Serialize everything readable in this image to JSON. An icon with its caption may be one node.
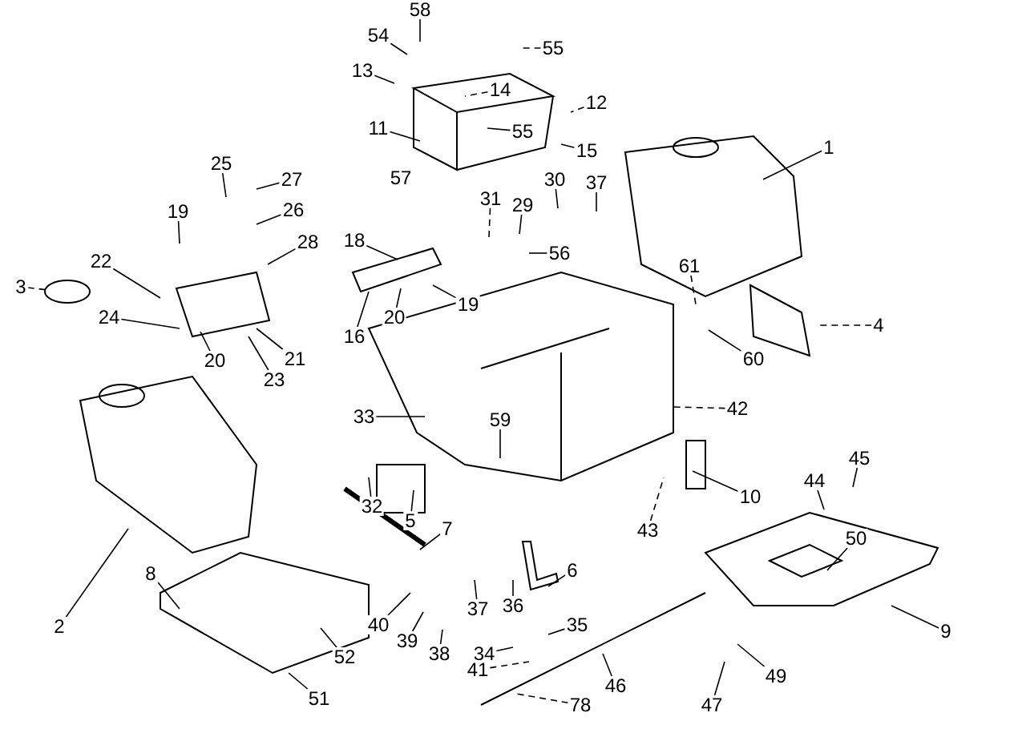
{
  "diagram": {
    "nodes": [
      {
        "text": [
          "58"
        ]
      },
      {
        "text": [
          "54"
        ]
      },
      {
        "text": [
          "55"
        ]
      },
      {
        "text": [
          "14"
        ]
      },
      {
        "text": [
          "13"
        ]
      },
      {
        "text": [
          "12"
        ]
      },
      {
        "text": [
          "11"
        ]
      },
      {
        "text": [
          "55"
        ]
      },
      {
        "text": [
          "15"
        ]
      },
      {
        "text": [
          "31"
        ]
      },
      {
        "text": [
          "29"
        ]
      },
      {
        "text": [
          "30"
        ]
      },
      {
        "text": [
          "37"
        ]
      },
      {
        "text": [
          "56"
        ]
      },
      {
        "text": [
          "18"
        ]
      },
      {
        "text": [
          "19"
        ]
      },
      {
        "text": [
          "20"
        ]
      },
      {
        "text": [
          "16"
        ]
      },
      {
        "text": [
          "1"
        ]
      },
      {
        "text": [
          "61"
        ]
      },
      {
        "text": [
          "60"
        ]
      },
      {
        "text": [
          "4"
        ]
      },
      {
        "text": [
          "42"
        ]
      },
      {
        "text": [
          "10"
        ]
      },
      {
        "text": [
          "43"
        ]
      },
      {
        "text": [
          "59"
        ]
      },
      {
        "text": [
          "33"
        ]
      },
      {
        "text": [
          "32"
        ]
      },
      {
        "text": [
          "5"
        ]
      },
      {
        "text": [
          "7"
        ]
      },
      {
        "text": [
          "2"
        ]
      },
      {
        "text": [
          "3"
        ]
      },
      {
        "text": [
          "22"
        ]
      },
      {
        "text": [
          "24"
        ]
      },
      {
        "text": [
          "20"
        ]
      },
      {
        "text": [
          "23"
        ]
      },
      {
        "text": [
          "21"
        ]
      },
      {
        "text": [
          "19"
        ]
      },
      {
        "text": [
          "25"
        ]
      },
      {
        "text": [
          "27"
        ]
      },
      {
        "text": [
          "26"
        ]
      },
      {
        "text": [
          "28"
        ]
      },
      {
        "text": [
          "8"
        ]
      },
      {
        "text": [
          "52"
        ]
      },
      {
        "text": [
          "51"
        ]
      },
      {
        "text": [
          "40"
        ]
      },
      {
        "text": [
          "39"
        ]
      },
      {
        "text": [
          "38"
        ]
      },
      {
        "text": [
          "37"
        ]
      },
      {
        "text": [
          "36"
        ]
      },
      {
        "text": [
          "34"
        ]
      },
      {
        "text": [
          "35"
        ]
      },
      {
        "text": [
          "41"
        ]
      },
      {
        "text": [
          "46"
        ]
      },
      {
        "text": [
          "78"
        ]
      },
      {
        "text": [
          "6"
        ]
      },
      {
        "text": [
          "47"
        ]
      },
      {
        "text": [
          "49"
        ]
      },
      {
        "text": [
          "9"
        ]
      },
      {
        "text": [
          "50"
        ]
      },
      {
        "text": [
          "44"
        ]
      },
      {
        "text": [
          "45"
        ]
      }
    ],
    "edges": [
      {
        "from": 0,
        "to": null,
        "arrow": "none"
      },
      {
        "from": 1,
        "to": null,
        "arrow": "none"
      },
      {
        "from": 2,
        "to": null,
        "arrow": "none",
        "style": "dashed"
      },
      {
        "from": 3,
        "to": null,
        "arrow": "none",
        "style": "dashed"
      },
      {
        "from": 4,
        "to": null,
        "arrow": "none"
      },
      {
        "from": 5,
        "to": null,
        "arrow": "none",
        "style": "dashed"
      },
      {
        "from": 6,
        "to": null,
        "arrow": "none"
      },
      {
        "from": 7,
        "to": null,
        "arrow": "none"
      },
      {
        "from": 8,
        "to": null,
        "arrow": "none"
      },
      {
        "from": 9,
        "to": null,
        "arrow": "none",
        "style": "dashed"
      },
      {
        "from": 10,
        "to": null,
        "arrow": "none"
      },
      {
        "from": 11,
        "to": null,
        "arrow": "none"
      },
      {
        "from": 12,
        "to": null,
        "arrow": "none"
      },
      {
        "from": 13,
        "to": null,
        "arrow": "none"
      },
      {
        "from": 14,
        "to": null,
        "arrow": "none"
      },
      {
        "from": 15,
        "to": null,
        "arrow": "none"
      },
      {
        "from": 16,
        "to": null,
        "arrow": "none"
      },
      {
        "from": 17,
        "to": null,
        "arrow": "none"
      },
      {
        "from": 18,
        "to": null,
        "arrow": "none"
      },
      {
        "from": 19,
        "to": null,
        "arrow": "none",
        "style": "dashed"
      },
      {
        "from": 20,
        "to": null,
        "arrow": "none"
      },
      {
        "from": 21,
        "to": null,
        "arrow": "none",
        "style": "dashed"
      },
      {
        "from": 22,
        "to": null,
        "arrow": "none",
        "style": "dashed"
      },
      {
        "from": 23,
        "to": null,
        "arrow": "none"
      },
      {
        "from": 24,
        "to": null,
        "arrow": "none",
        "style": "dashed"
      },
      {
        "from": 25,
        "to": null,
        "arrow": "none"
      },
      {
        "from": 26,
        "to": null,
        "arrow": "none"
      },
      {
        "from": 27,
        "to": null,
        "arrow": "none"
      },
      {
        "from": 28,
        "to": null,
        "arrow": "none"
      },
      {
        "from": 29,
        "to": null,
        "arrow": "none"
      },
      {
        "from": 30,
        "to": null,
        "arrow": "none"
      },
      {
        "from": 31,
        "to": null,
        "arrow": "none",
        "style": "dashed"
      },
      {
        "from": 32,
        "to": null,
        "arrow": "none"
      },
      {
        "from": 33,
        "to": null,
        "arrow": "none"
      },
      {
        "from": 34,
        "to": null,
        "arrow": "none"
      },
      {
        "from": 35,
        "to": null,
        "arrow": "none"
      },
      {
        "from": 36,
        "to": null,
        "arrow": "none"
      },
      {
        "from": 37,
        "to": null,
        "arrow": "none"
      },
      {
        "from": 38,
        "to": null,
        "arrow": "none"
      },
      {
        "from": 39,
        "to": null,
        "arrow": "none"
      },
      {
        "from": 40,
        "to": null,
        "arrow": "none"
      },
      {
        "from": 41,
        "to": null,
        "arrow": "none"
      },
      {
        "from": 42,
        "to": null,
        "arrow": "none"
      },
      {
        "from": 43,
        "to": null,
        "arrow": "none"
      },
      {
        "from": 44,
        "to": null,
        "arrow": "none"
      },
      {
        "from": 45,
        "to": null,
        "arrow": "none"
      },
      {
        "from": 46,
        "to": null,
        "arrow": "none"
      },
      {
        "from": 47,
        "to": null,
        "arrow": "none"
      },
      {
        "from": 48,
        "to": null,
        "arrow": "none"
      },
      {
        "from": 49,
        "to": null,
        "arrow": "none"
      },
      {
        "from": 50,
        "to": null,
        "arrow": "none"
      },
      {
        "from": 51,
        "to": null,
        "arrow": "none"
      },
      {
        "from": 52,
        "to": null,
        "arrow": "none",
        "style": "dashed"
      },
      {
        "from": 53,
        "to": null,
        "arrow": "none"
      },
      {
        "from": 54,
        "to": null,
        "arrow": "none",
        "style": "dashed"
      },
      {
        "from": 55,
        "to": null,
        "arrow": "none"
      },
      {
        "from": 56,
        "to": null,
        "arrow": "none"
      },
      {
        "from": 57,
        "to": null,
        "arrow": "none"
      },
      {
        "from": 58,
        "to": null,
        "arrow": "none"
      },
      {
        "from": 59,
        "to": null,
        "arrow": "none"
      },
      {
        "from": 60,
        "to": null,
        "arrow": "none"
      },
      {
        "from": 61,
        "to": null,
        "arrow": "none"
      }
    ],
    "labels": [
      "57"
    ]
  }
}
